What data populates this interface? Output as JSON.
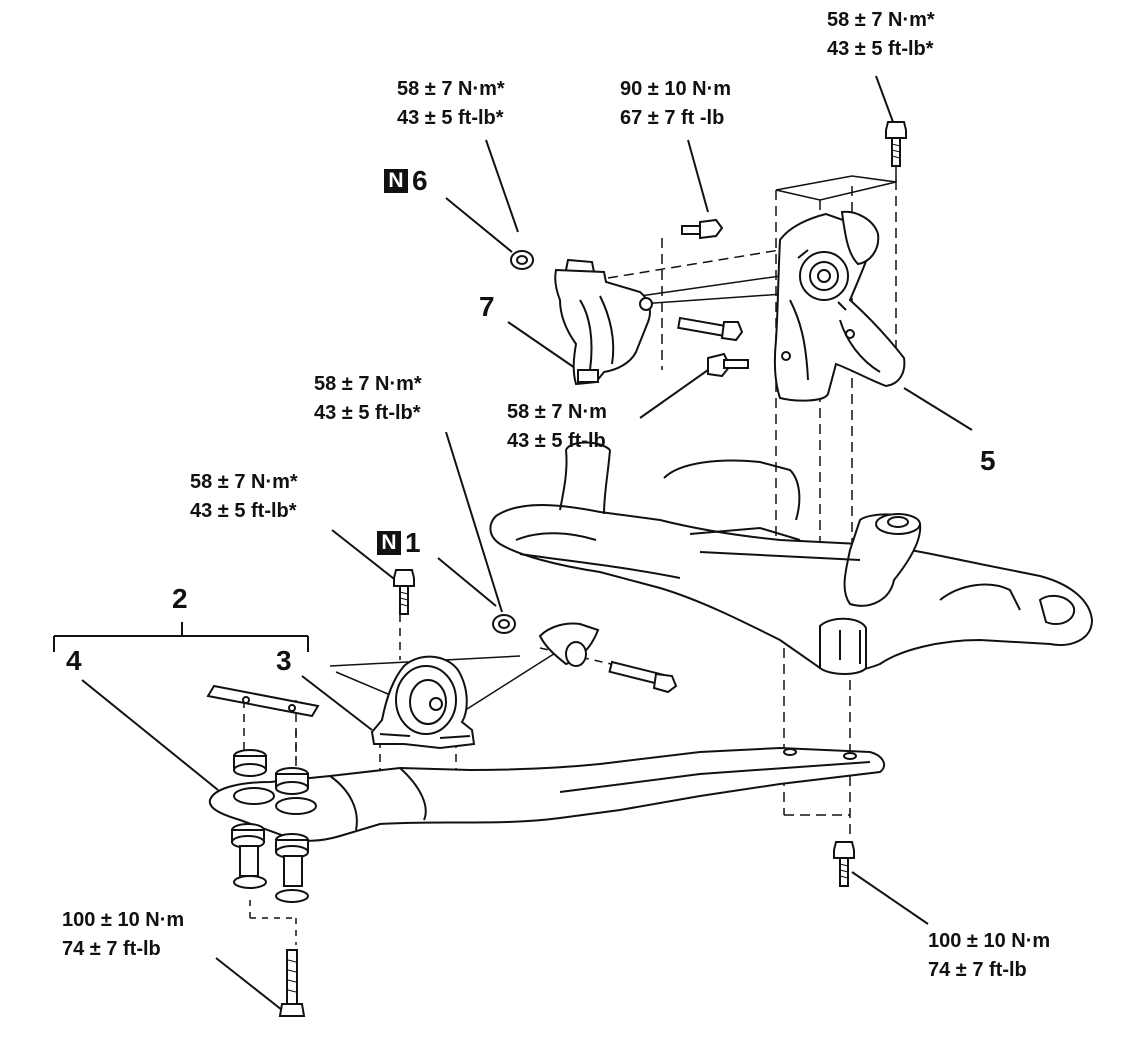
{
  "colors": {
    "line": "#111111",
    "fill": "#ffffff"
  },
  "torques": {
    "top_right_bolt": {
      "line1": "58 ± 7 N·m*",
      "line2": "43 ± 5 ft-lb*"
    },
    "bracket_nut": {
      "line1": "58 ± 7 N·m*",
      "line2": "43 ± 5 ft-lb*"
    },
    "bracket_bolt": {
      "line1": "90 ± 10 N·m",
      "line2": "67 ± 7 ft -lb"
    },
    "mount_bolt": {
      "line1": "58 ± 7 N·m",
      "line2": "43 ± 5 ft-lb"
    },
    "front_nut": {
      "line1": "58 ± 7 N·m*",
      "line2": "43 ± 5 ft-lb*"
    },
    "front_bolt": {
      "line1": "58 ± 7 N·m*",
      "line2": "43 ± 5 ft-lb*"
    },
    "lower_left_bolt": {
      "line1": "100 ± 10 N·m",
      "line2": "74 ± 7 ft-lb"
    },
    "lower_right_bolt": {
      "line1": "100 ± 10 N·m",
      "line2": "74 ± 7 ft-lb"
    }
  },
  "callouts": {
    "c1": {
      "badge": "N",
      "num": "1"
    },
    "c2": {
      "num": "2"
    },
    "c3": {
      "num": "3"
    },
    "c4": {
      "num": "4"
    },
    "c5": {
      "num": "5"
    },
    "c6": {
      "badge": "N",
      "num": "6"
    },
    "c7": {
      "num": "7"
    }
  }
}
